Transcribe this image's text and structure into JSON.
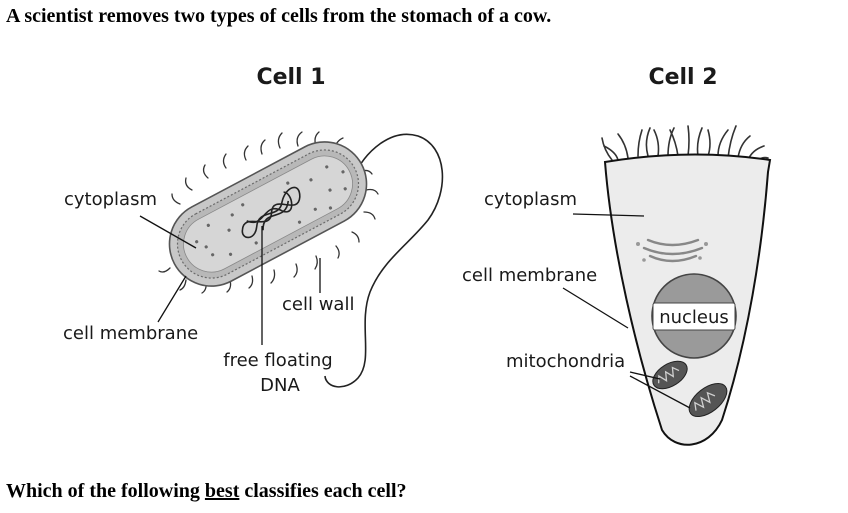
{
  "question": {
    "intro": "A scientist removes two types of cells from the stomach of a cow.",
    "prompt_before": "Which of the following ",
    "prompt_emphasis": "best",
    "prompt_after": " classifies each cell?"
  },
  "cell1": {
    "title": "Cell 1",
    "labels": {
      "cytoplasm": "cytoplasm",
      "cell_wall": "cell wall",
      "cell_membrane": "cell membrane",
      "dna_line1": "free floating",
      "dna_line2": "DNA"
    }
  },
  "cell2": {
    "title": "Cell 2",
    "labels": {
      "cytoplasm": "cytoplasm",
      "cell_membrane": "cell membrane",
      "nucleus": "nucleus",
      "mitochondria": "mitochondria"
    }
  }
}
